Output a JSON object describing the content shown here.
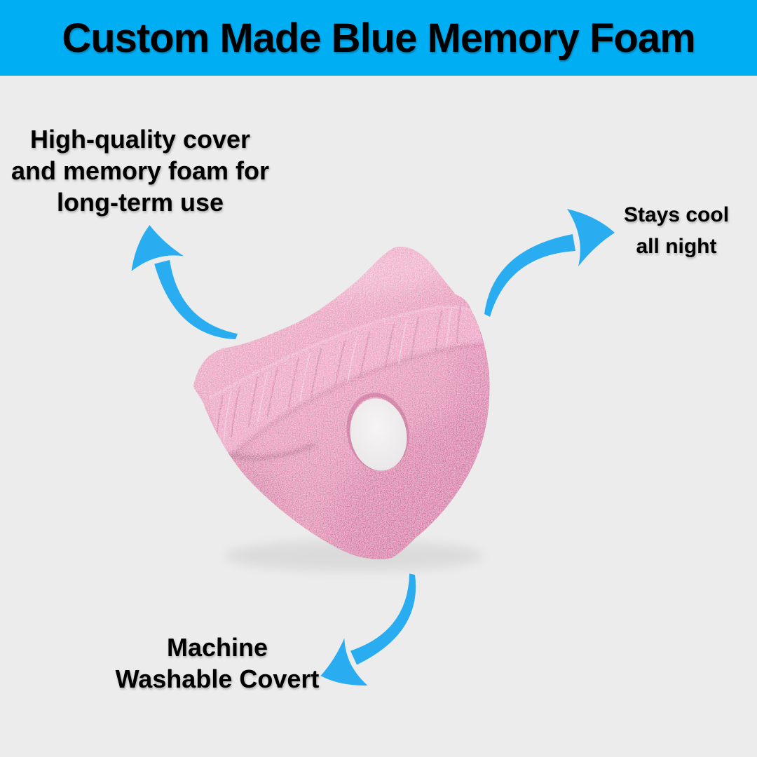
{
  "header": {
    "title": "Custom Made Blue Memory Foam"
  },
  "callouts": {
    "top_left": {
      "lines": [
        "High-quality cover",
        "and memory foam for",
        "long-term use"
      ]
    },
    "right": {
      "lines": [
        "Stays cool",
        "all night"
      ]
    },
    "bottom": {
      "lines": [
        "Machine",
        "Washable Covert"
      ]
    }
  },
  "product": {
    "description": "Pink memory foam leg pillow with elastic strap and center hole"
  },
  "colors": {
    "header_bg": "#00AEF4",
    "background": "#ECECEC",
    "arrow_blue": "#29ADF0",
    "text": "#000000",
    "pillow_pink": "#E78FB4"
  }
}
